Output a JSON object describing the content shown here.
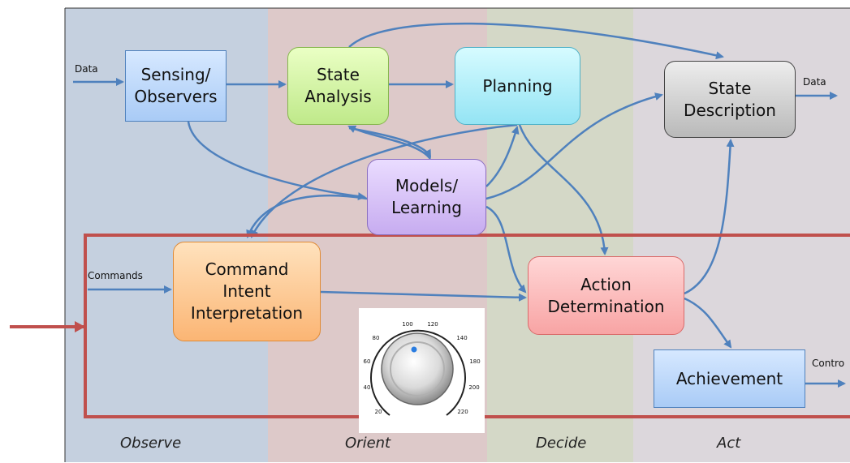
{
  "boxes": {
    "sensing": "Sensing/\nObservers",
    "state_analysis": "State\nAnalysis",
    "planning": "Planning",
    "state_description": "State\nDescription",
    "models": "Models/\nLearning",
    "command": "Command\nIntent\nInterpretation",
    "action": "Action\nDetermination",
    "achievement": "Achievement"
  },
  "labels": {
    "data_in": "Data",
    "data_out": "Data",
    "commands": "Commands",
    "control": "Contro"
  },
  "phases": [
    "Observe",
    "Orient",
    "Decide",
    "Act"
  ],
  "dial": {
    "ticks": [
      "20",
      "40",
      "60",
      "80",
      "100",
      "120",
      "140",
      "180",
      "200",
      "220"
    ]
  },
  "colors": {
    "observe_band": "#c5d0df",
    "orient_band": "#ddc9c9",
    "decide_band": "#d4d8c7",
    "act_band": "#dcd7dc",
    "arrow": "#4f81bd",
    "highlight": "#c0504d"
  }
}
